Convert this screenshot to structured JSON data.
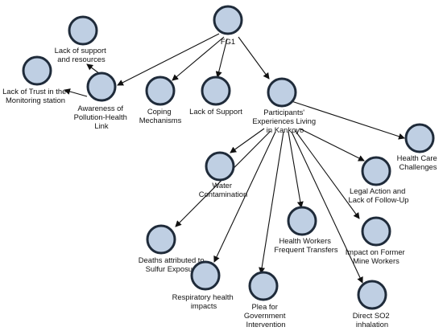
{
  "nodes": {
    "fg1": [
      "FG1"
    ],
    "lack_support_resources": [
      "Lack of support",
      "and resources"
    ],
    "lack_trust": [
      "Lack of Trust in the",
      "Monitoring station"
    ],
    "awareness": [
      "Awareness of",
      "Pollution-Health",
      "Link"
    ],
    "coping": [
      "Coping",
      "Mechanisms"
    ],
    "lack_support": [
      "Lack of Support"
    ],
    "participants": [
      "Participants'",
      "Experiences Living",
      "in Kankoyo"
    ],
    "health_care": [
      "Health Care",
      "Challenges"
    ],
    "water": [
      "Water",
      "Contamination"
    ],
    "legal": [
      "Legal Action and",
      "Lack of Follow-Up"
    ],
    "deaths": [
      "Deaths attributed to",
      "Sulfur Exposure"
    ],
    "hw_transfers": [
      "Health Workers",
      "Frequent Transfers"
    ],
    "former_miners": [
      "Impact on Former",
      "Mine Workers"
    ],
    "respiratory": [
      "Respiratory health",
      "impacts"
    ],
    "plea": [
      "Plea for",
      "Government",
      "Intervention"
    ],
    "so2": [
      "Direct SO2",
      "inhalation"
    ]
  }
}
